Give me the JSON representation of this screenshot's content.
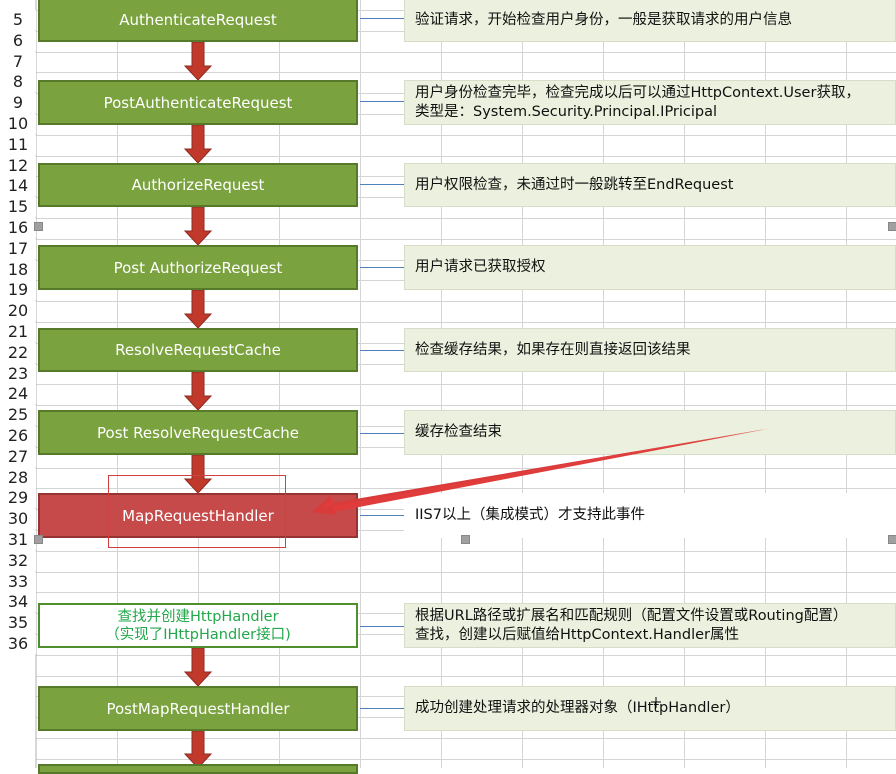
{
  "row_numbers": [
    "5",
    "6",
    "7",
    "8",
    "9",
    "10",
    "11",
    "12",
    "14",
    "15",
    "16",
    "17",
    "18",
    "19",
    "20",
    "21",
    "22",
    "23",
    "24",
    "25",
    "26",
    "27",
    "28",
    "29",
    "30",
    "31",
    "32",
    "33",
    "34",
    "35",
    "36"
  ],
  "steps": [
    {
      "label": "AuthenticateRequest",
      "note": "验证请求，开始检查用户身份，一般是获取请求的用户信息"
    },
    {
      "label": "PostAuthenticateRequest",
      "note_lines": [
        "用户身份检查完毕，检查完成以后可以通过HttpContext.User获取，",
        "类型是：System.Security.Principal.IPricipal"
      ]
    },
    {
      "label": "AuthorizeRequest",
      "note": "用户权限检查，未通过时一般跳转至EndRequest"
    },
    {
      "label": "Post AuthorizeRequest",
      "note": "用户请求已获取授权"
    },
    {
      "label": "ResolveRequestCache",
      "note": "检查缓存结果，如果存在则直接返回该结果"
    },
    {
      "label": "Post ResolveRequestCache",
      "note": "缓存检查结束"
    },
    {
      "label": "MapRequestHandler",
      "note": "IIS7以上（集成模式）才支持此事件"
    },
    {
      "label_lines": [
        "查找并创建HttpHandler",
        "（实现了IHttpHandler接口)"
      ],
      "note_lines": [
        "根据URL路径或扩展名和匹配规则（配置文件设置或Routing配置）",
        "查找，创建以后赋值给HttpContext.Handler属性"
      ]
    },
    {
      "label": "PostMapRequestHandler",
      "note": "成功创建处理请求的处理器对象（IHttpHandler）"
    }
  ],
  "colors": {
    "green": "#7aa23e",
    "red": "#c64a4a",
    "arrow": "#c0392b",
    "note_bg": "#ebf1de",
    "connector": "#4f81bd"
  }
}
